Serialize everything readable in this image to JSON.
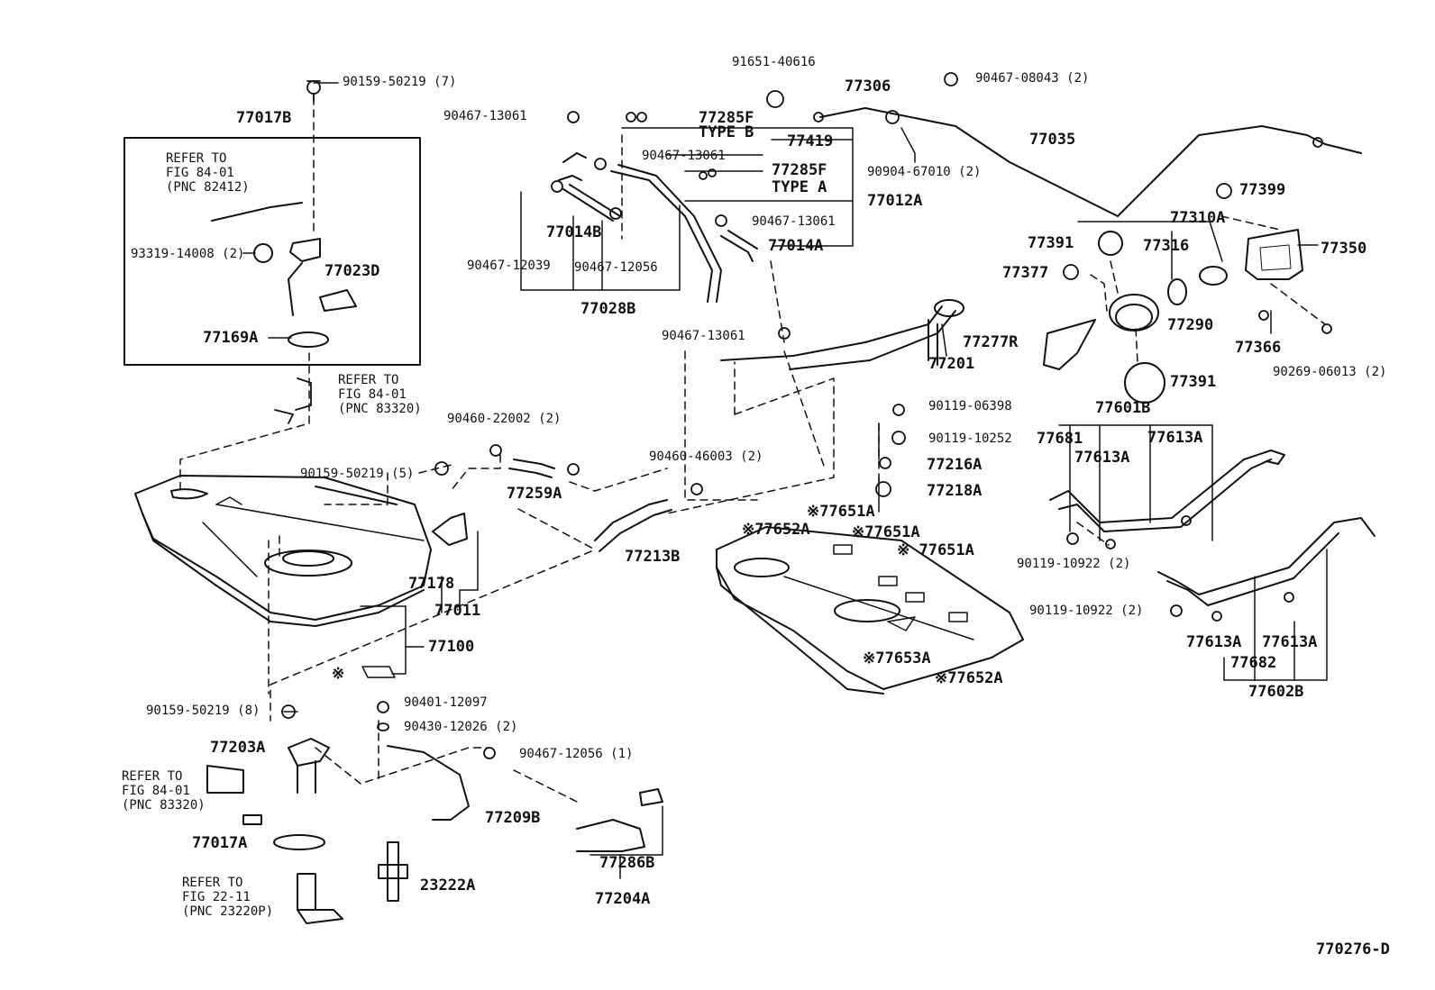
{
  "figure_code": "770276-D",
  "callouts": {
    "c90159_50219_7": "90159-50219 (7)",
    "c77017B": "77017B",
    "c93319_14008": "93319-14008 (2)",
    "c77023D": "77023D",
    "c77169A": "77169A",
    "c90159_50219_5": "90159-50219 (5)",
    "c90460_22002": "90460-22002 (2)",
    "c77259A": "77259A",
    "c90460_46003": "90460-46003 (2)",
    "c77213B": "77213B",
    "c77178": "77178",
    "c77011": "77011",
    "c77100": "77100",
    "c90159_50219_8": "90159-50219 (8)",
    "c77203A": "77203A",
    "c90401_12097": "90401-12097",
    "c90430_12026": "90430-12026 (2)",
    "c90467_12056_1": "90467-12056 (1)",
    "c77209B": "77209B",
    "c77017A": "77017A",
    "c23222A": "23222A",
    "c77286B": "77286B",
    "c77204A": "77204A",
    "c91651_40616": "91651-40616",
    "c77306": "77306",
    "c90467_08043": "90467-08043 (2)",
    "c90467_13061_a": "90467-13061",
    "c77285F_b": "77285F",
    "c_type_b": "TYPE B",
    "c77419": "77419",
    "c90467_13061_b": "90467-13061",
    "c77285F_a": "77285F",
    "c_type_a": "TYPE A",
    "c77012A": "77012A",
    "c90467_13061_c": "90467-13061",
    "c77014A": "77014A",
    "c77014B": "77014B",
    "c90467_12039": "90467-12039",
    "c90467_12056": "90467-12056",
    "c77028B": "77028B",
    "c90904_67010": "90904-67010 (2)",
    "c77035": "77035",
    "c90467_13061_d": "90467-13061",
    "c77201": "77201",
    "c77277R": "77277R",
    "c77399": "77399",
    "c77310A": "77310A",
    "c77391_a": "77391",
    "c77316": "77316",
    "c77350": "77350",
    "c77377": "77377",
    "c77290": "77290",
    "c77366": "77366",
    "c90269_06013": "90269-06013 (2)",
    "c77391_b": "77391",
    "c77601B": "77601B",
    "c90119_06398": "90119-06398",
    "c90119_10252": "90119-10252",
    "c77216A": "77216A",
    "c77218A": "77218A",
    "c77651A_1": "※77651A",
    "c77652A_1": "※77652A",
    "c77651A_2": "※77651A",
    "c77651A_3": "※ 77651A",
    "c77653A": "※77653A",
    "c77652A_2": "※77652A",
    "c77681": "77681",
    "c77613A_1": "77613A",
    "c77613A_2": "77613A",
    "c90119_10922_a": "90119-10922 (2)",
    "c90119_10922_b": "90119-10922 (2)",
    "c77613A_3": "77613A",
    "c77613A_4": "77613A",
    "c77682": "77682",
    "c77602B": "77602B",
    "c_asterisk": "※"
  },
  "references": {
    "r1": [
      "REFER TO",
      "FIG 84-01",
      "(PNC 82412)"
    ],
    "r2": [
      "REFER TO",
      "FIG 84-01",
      "(PNC 83320)"
    ],
    "r3": [
      "REFER TO",
      "FIG 84-01",
      "(PNC 83320)"
    ],
    "r4": [
      "REFER TO",
      "FIG 22-11",
      "(PNC 23220P)"
    ]
  }
}
